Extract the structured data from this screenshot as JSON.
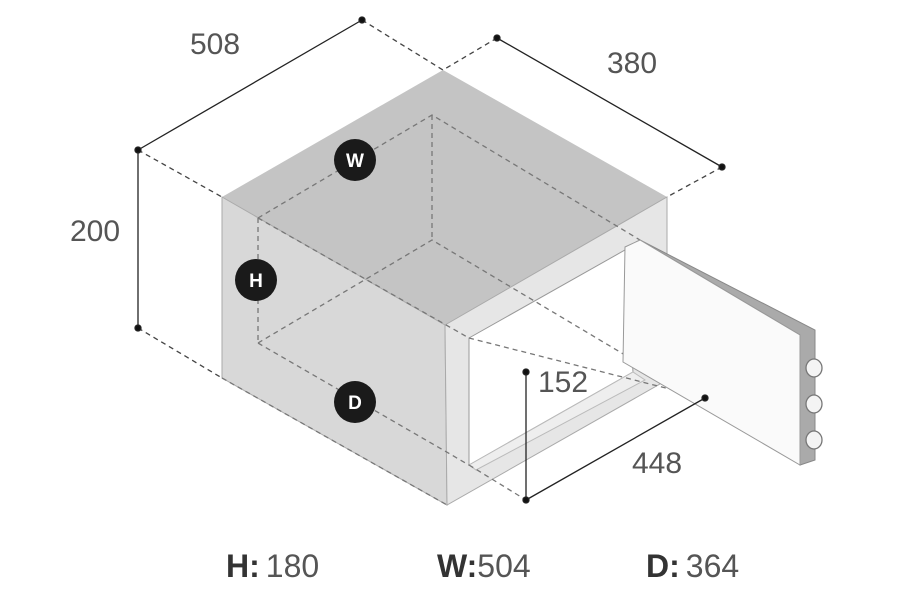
{
  "outer_dimensions": {
    "width": "508",
    "depth": "380",
    "height": "200"
  },
  "inner_dimensions": {
    "height": "152",
    "depth": "448"
  },
  "markers": {
    "w": "W",
    "h": "H",
    "d": "D"
  },
  "summary": [
    {
      "key": "H:",
      "value": "180"
    },
    {
      "key": "W:",
      "value": "504"
    },
    {
      "key": "D:",
      "value": "364"
    }
  ]
}
